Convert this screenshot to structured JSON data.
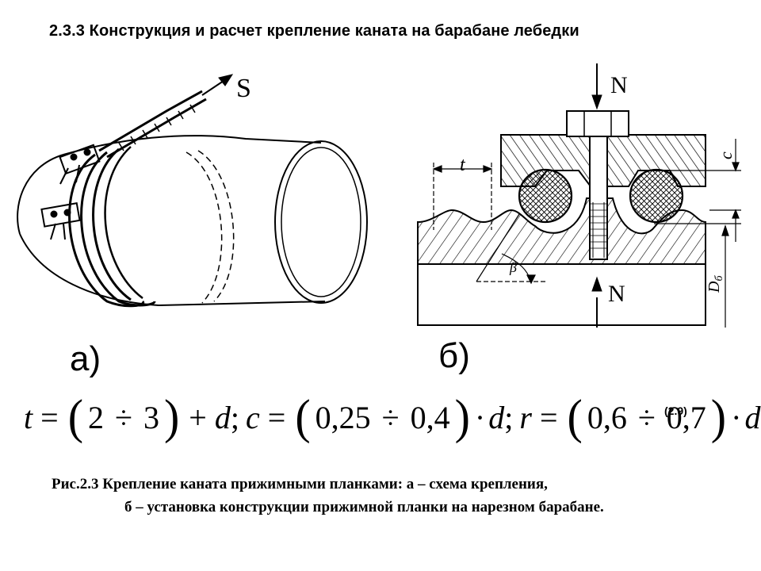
{
  "title": "2.3.3 Конструкция и расчет крепление каната на барабане лебедки",
  "figure_a": {
    "label": "а)",
    "force_label": "S"
  },
  "figure_b": {
    "label": "б)",
    "force_top": "N",
    "force_bottom": "N",
    "dim_t": "t",
    "dim_c": "c",
    "dim_beta": "β",
    "dim_d": "D",
    "dim_d_sub": "б"
  },
  "formula": {
    "t_var": "t",
    "eq1": "=",
    "a1": "2",
    "div1": "÷",
    "b1": "3",
    "plus": "+",
    "d1": "d",
    "sep1": ";",
    "c_var": "c",
    "eq2": "=",
    "a2": "0,25",
    "div2": "÷",
    "b2": "0,4",
    "dot2": "·",
    "d2": "d",
    "sep2": ";",
    "r_var": "r",
    "eq3": "=",
    "a3": "0,6",
    "div3": "÷",
    "b3": "0,7",
    "dot3": "·",
    "d3": "d",
    "number": "(2.9)"
  },
  "caption": {
    "line1": "Рис.2.3 Крепление каната прижимными планками: а – схема крепления,",
    "line2": "б – установка конструкции прижимной планки на нарезном барабане."
  }
}
